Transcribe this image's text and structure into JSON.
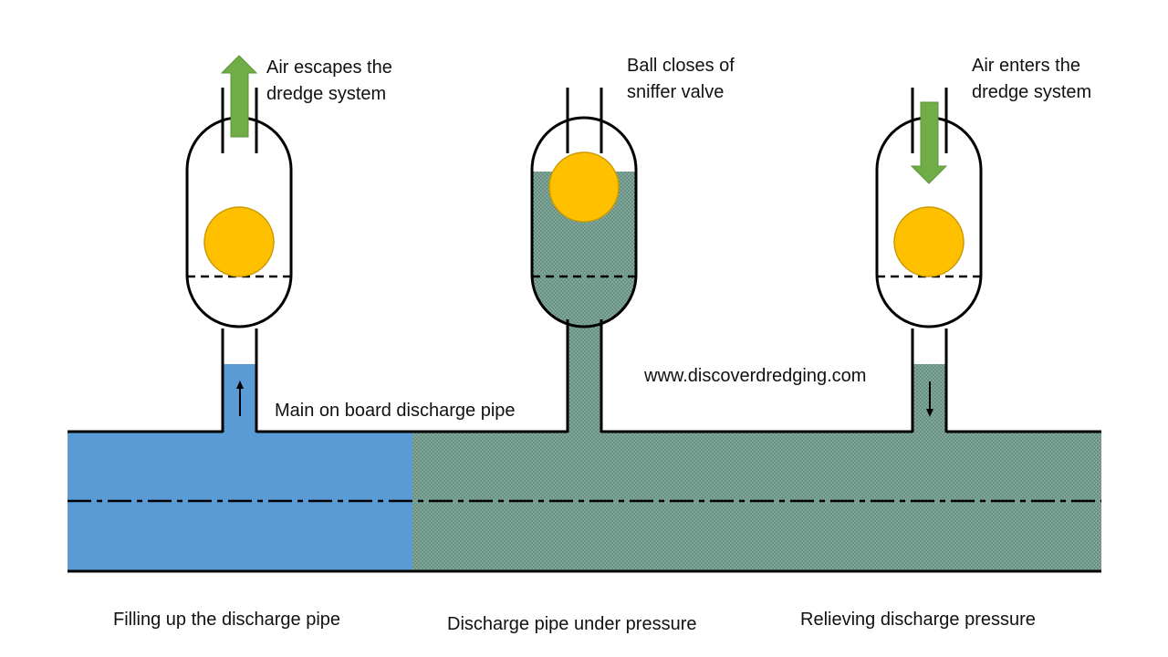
{
  "labels": {
    "left_top": [
      "Air escapes the",
      "dredge system"
    ],
    "middle_top": [
      "Ball closes of",
      "sniffer valve"
    ],
    "right_top": [
      "Air enters the",
      "dredge system"
    ],
    "pipe": "Main on board discharge pipe",
    "website": "www.discoverdredging.com",
    "caption_left": "Filling up the discharge pipe",
    "caption_middle": "Discharge pipe under pressure",
    "caption_right": "Relieving discharge pressure"
  },
  "colors": {
    "water": "#5b9bd5",
    "mixture": "#7fa89b",
    "mixture_dot": "#5a7d72",
    "ball": "#ffc000",
    "ball_edge": "#c99a00",
    "arrow": "#70ad47",
    "line": "#000000"
  },
  "icons": [
    "arrow-up-icon",
    "arrow-down-icon"
  ]
}
